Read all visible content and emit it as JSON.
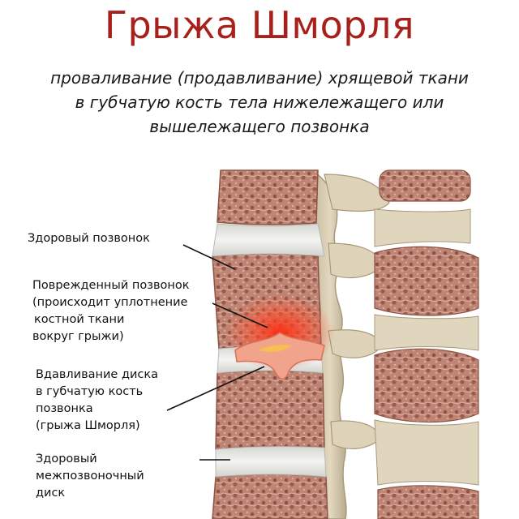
{
  "title": "Грыжа Шморля",
  "subtitle": [
    "проваливание (продавливание) хрящевой ткани",
    "в губчатую кость тела нижележащего или",
    "вышележащего позвонка"
  ],
  "labels": {
    "healthy_vertebra": [
      "Здоровый позвонок"
    ],
    "damaged_vertebra": [
      "Поврежденный позвонок",
      "(происходит уплотнение",
      "костной ткани",
      "вокруг грыжи)"
    ],
    "disc_hernia": [
      "Вдавливание диска",
      "в губчатую кость",
      "позвонка",
      "(грыжа Шморля)"
    ],
    "healthy_disc": [
      "Здоровый",
      "межпозвоночный",
      "диск"
    ]
  },
  "colors": {
    "title": "#a8201c",
    "bone": "#b97f6f",
    "bone_dark": "#8d5446",
    "disc": "#e9e9e6",
    "process": "#d8ccb2",
    "inflammation": "#ff3a1a"
  }
}
